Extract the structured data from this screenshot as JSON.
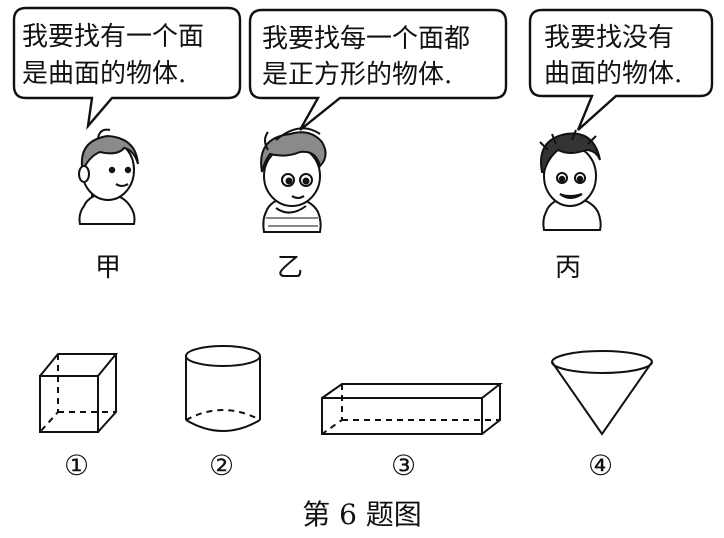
{
  "characters": [
    {
      "id": "jia",
      "label": "甲",
      "speech": [
        "我要找有一个面",
        "是曲面的物体."
      ]
    },
    {
      "id": "yi",
      "label": "乙",
      "speech": [
        "我要找每一个面都",
        "是正方形的物体."
      ]
    },
    {
      "id": "bing",
      "label": "丙",
      "speech": [
        "我要找没有",
        "曲面的物体."
      ]
    }
  ],
  "shapes": [
    {
      "id": "cube",
      "name": "cube",
      "number": "①"
    },
    {
      "id": "cylinder",
      "name": "cylinder",
      "number": "②"
    },
    {
      "id": "cuboid",
      "name": "rectangular-prism",
      "number": "③"
    },
    {
      "id": "cone",
      "name": "cone",
      "number": "④"
    }
  ],
  "caption": "第 6 题图",
  "colors": {
    "ink": "#111111",
    "paper": "#ffffff"
  }
}
